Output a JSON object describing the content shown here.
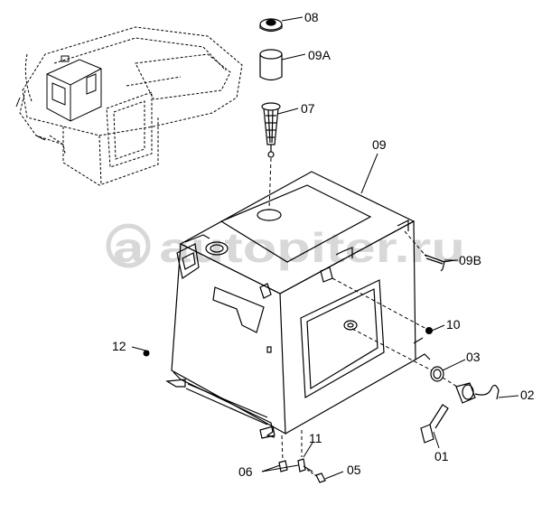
{
  "diagram": {
    "part_labels": {
      "p08": "08",
      "p09A": "09A",
      "p07": "07",
      "p09": "09",
      "p09B": "09B",
      "p10": "10",
      "p12": "12",
      "p03": "03",
      "p02": "02",
      "p01": "01",
      "p11": "11",
      "p06": "06",
      "p05": "05"
    },
    "watermark": "a autopiter.ru",
    "colors": {
      "line": "#000000",
      "watermark": "#d8d8d8",
      "background": "#ffffff"
    }
  }
}
